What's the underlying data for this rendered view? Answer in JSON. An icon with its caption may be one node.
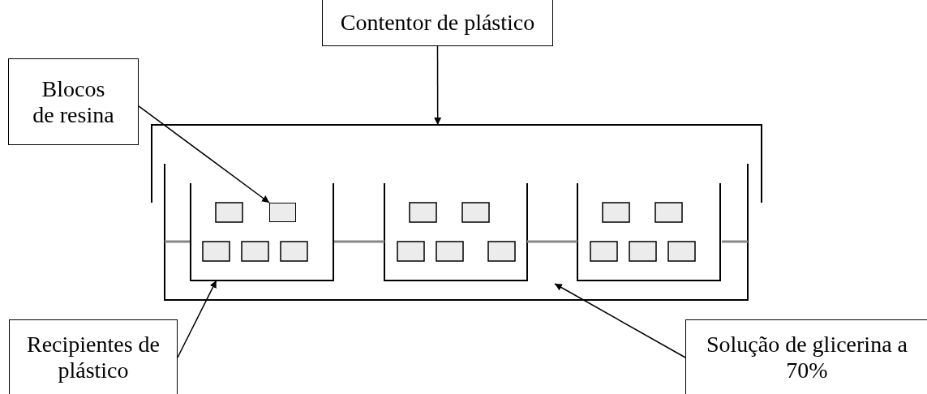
{
  "diagram": {
    "nodes": [
      {
        "text": [
          "Contentor de plástico"
        ]
      },
      {
        "text": [
          "Blocos de resina"
        ]
      },
      {
        "text": [],
        "shape": "box"
      },
      {
        "text": [],
        "shape": "box"
      },
      {
        "text": [],
        "shape": "box",
        "in": 3
      },
      {
        "text": [
          "Recipientes de plástico"
        ]
      },
      {
        "text": [
          "Solução de glicerina a 70%"
        ]
      }
    ],
    "edges": [
      {
        "from": 0,
        "to": 2,
        "arrow": "to"
      },
      {
        "from": 1,
        "to": 4,
        "arrow": "to"
      },
      {
        "from": 5,
        "to": 3,
        "arrow": "to"
      },
      {
        "from": 6,
        "to": null,
        "arrow": "to"
      }
    ]
  }
}
